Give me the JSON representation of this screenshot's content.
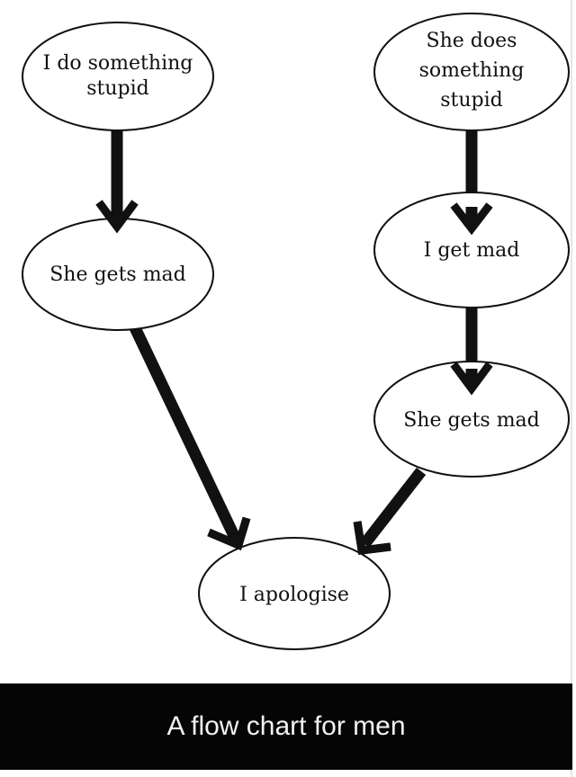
{
  "diagram": {
    "type": "flowchart",
    "nodes": [
      {
        "id": "n1",
        "lines": [
          "I do something",
          "stupid"
        ]
      },
      {
        "id": "n2",
        "lines": [
          "She gets mad"
        ]
      },
      {
        "id": "n3",
        "lines": [
          "She does",
          "something",
          "stupid"
        ]
      },
      {
        "id": "n4",
        "lines": [
          "I get mad"
        ]
      },
      {
        "id": "n5",
        "lines": [
          "She gets mad"
        ]
      },
      {
        "id": "n6",
        "lines": [
          "I apologise"
        ]
      }
    ],
    "edges": [
      {
        "from": "n1",
        "to": "n2"
      },
      {
        "from": "n2",
        "to": "n6"
      },
      {
        "from": "n3",
        "to": "n4"
      },
      {
        "from": "n4",
        "to": "n5"
      },
      {
        "from": "n5",
        "to": "n6"
      }
    ]
  },
  "caption": "A flow chart for men",
  "colors": {
    "background": "#ffffff",
    "ink": "#111111",
    "caption_bg": "#050505",
    "caption_text": "#f2f2f2"
  }
}
